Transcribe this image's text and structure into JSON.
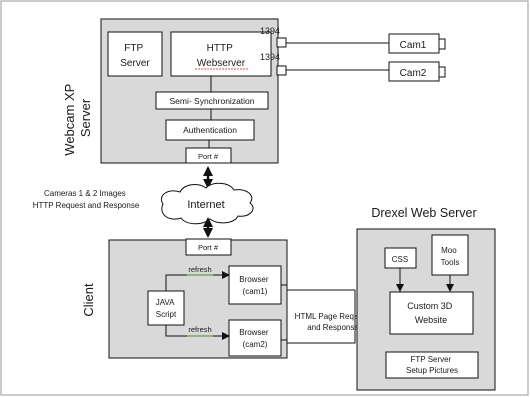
{
  "server": {
    "title_line1": "Webcam XP",
    "title_line2": "Server",
    "ftp_line1": "FTP",
    "ftp_line2": "Server",
    "http_line1": "HTTP",
    "http_line2": "Webserver",
    "semi_sync": "Semi- Synchronization",
    "authentication": "Authentication",
    "port": "Port #",
    "port_1394_a": "1394",
    "port_1394_b": "1394"
  },
  "cameras": {
    "cam1": "Cam1",
    "cam2": "Cam2"
  },
  "internet": {
    "label": "Internet",
    "note_line1": "Cameras 1 & 2 Images",
    "note_line2": "HTTP Request and Response"
  },
  "client": {
    "title": "Client",
    "port": "Port #",
    "java_line1": "JAVA",
    "java_line2": "Script",
    "browser1_line1": "Browser",
    "browser1_line2": "(cam1)",
    "browser2_line1": "Browser",
    "browser2_line2": "(cam2)",
    "refresh1": "refresh",
    "refresh2": "refresh"
  },
  "connection": {
    "line1": "HTML Page Request",
    "line2": "and Response"
  },
  "drexel": {
    "title": "Drexel Web Server",
    "css": "CSS",
    "moo_line1": "Moo",
    "moo_line2": "Tools",
    "website_line1": "Custom 3D",
    "website_line2": "Website",
    "ftp_line1": "FTP Server",
    "ftp_line2": "Setup Pictures"
  },
  "colors": {
    "panel": "#d9d9d9",
    "box": "#ffffff",
    "line": "#111111",
    "refresh_underline": "#4a8a2a",
    "webserver_underline": "#cc2222"
  }
}
